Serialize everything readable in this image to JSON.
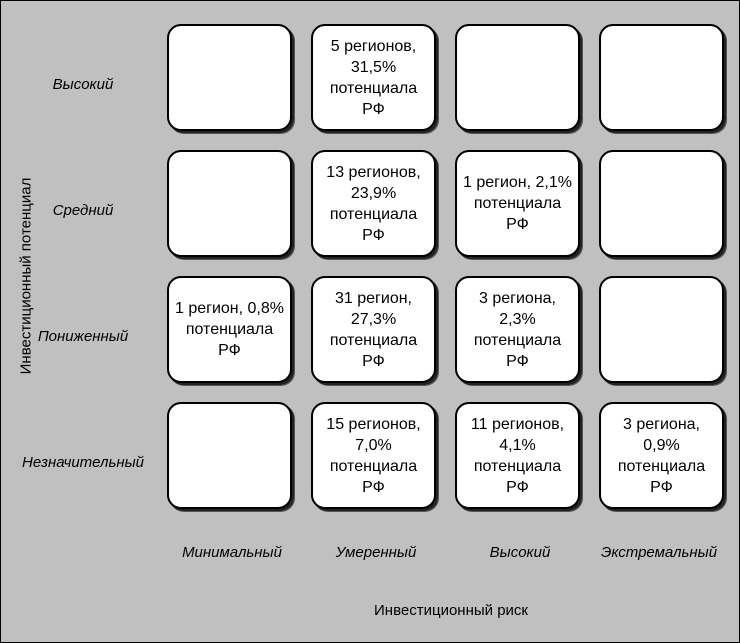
{
  "axes": {
    "y_title": "Инвестиционный потенциал",
    "x_title": "Инвестиционный риск",
    "rows": [
      "Высокий",
      "Средний",
      "Пониженный",
      "Незначительный"
    ],
    "cols": [
      "Минимальный",
      "Умеренный",
      "Высокий",
      "Экстремальный"
    ]
  },
  "cells": {
    "r0": [
      "",
      "5 регионов, 31,5% потенциала РФ",
      "",
      ""
    ],
    "r1": [
      "",
      "13 регионов, 23,9% потенциала РФ",
      "1 регион, 2,1% потенциала РФ",
      ""
    ],
    "r2": [
      "1 регион, 0,8% потенциала РФ",
      "31 регион, 27,3% потенциала РФ",
      "3 региона, 2,3% потенциала РФ",
      ""
    ],
    "r3": [
      "",
      "15 регионов, 7,0% потенциала РФ",
      "11 регионов, 4,1% потенциала РФ",
      "3 региона, 0,9% потенциала РФ"
    ]
  }
}
